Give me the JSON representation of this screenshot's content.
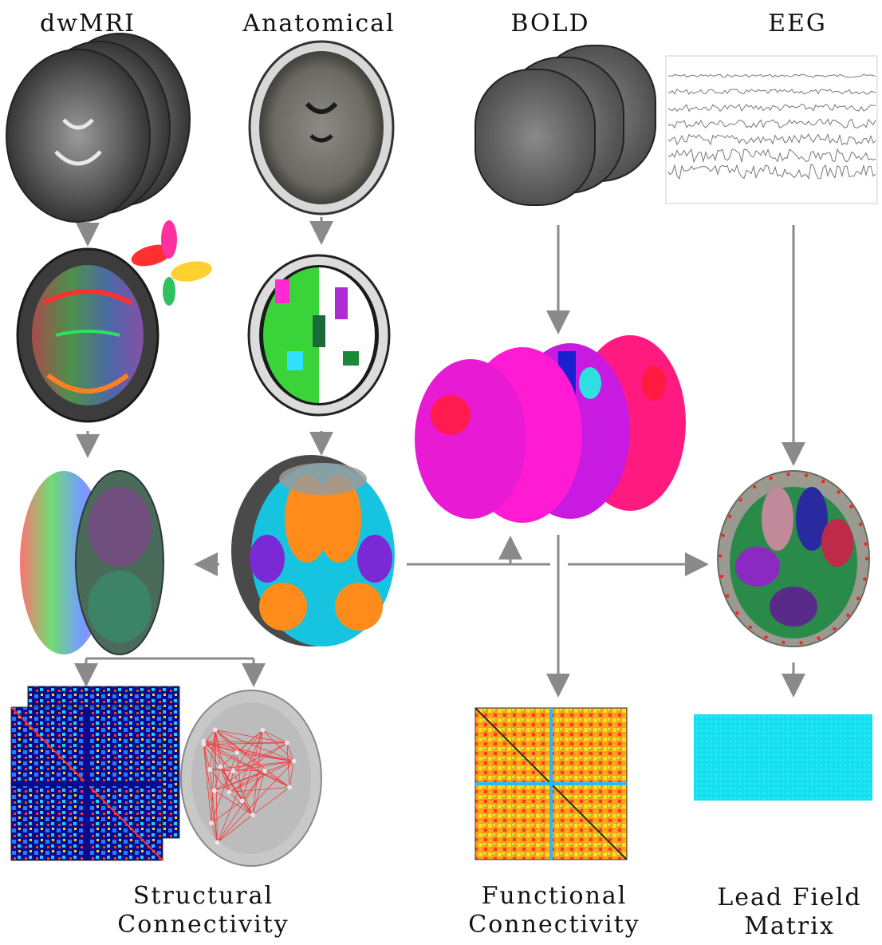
{
  "columns": {
    "dwmri": "dwMRI",
    "anatomical": "Anatomical",
    "bold": "BOLD",
    "eeg": "EEG"
  },
  "outputs": {
    "structural": {
      "line1": "Structural",
      "line2": "Connectivity"
    },
    "functional": {
      "line1": "Functional",
      "line2": "Connectivity"
    },
    "leadfield": {
      "line1": "Lead Field",
      "line2": "Matrix"
    }
  },
  "colors": {
    "arrow": "#8a8a8a",
    "matrix_background": "#0a0a8c",
    "functional_matrix": "#ff9a1a",
    "leadfield_matrix": "#17e0f0",
    "bold_surface": "#ff1aa8"
  }
}
